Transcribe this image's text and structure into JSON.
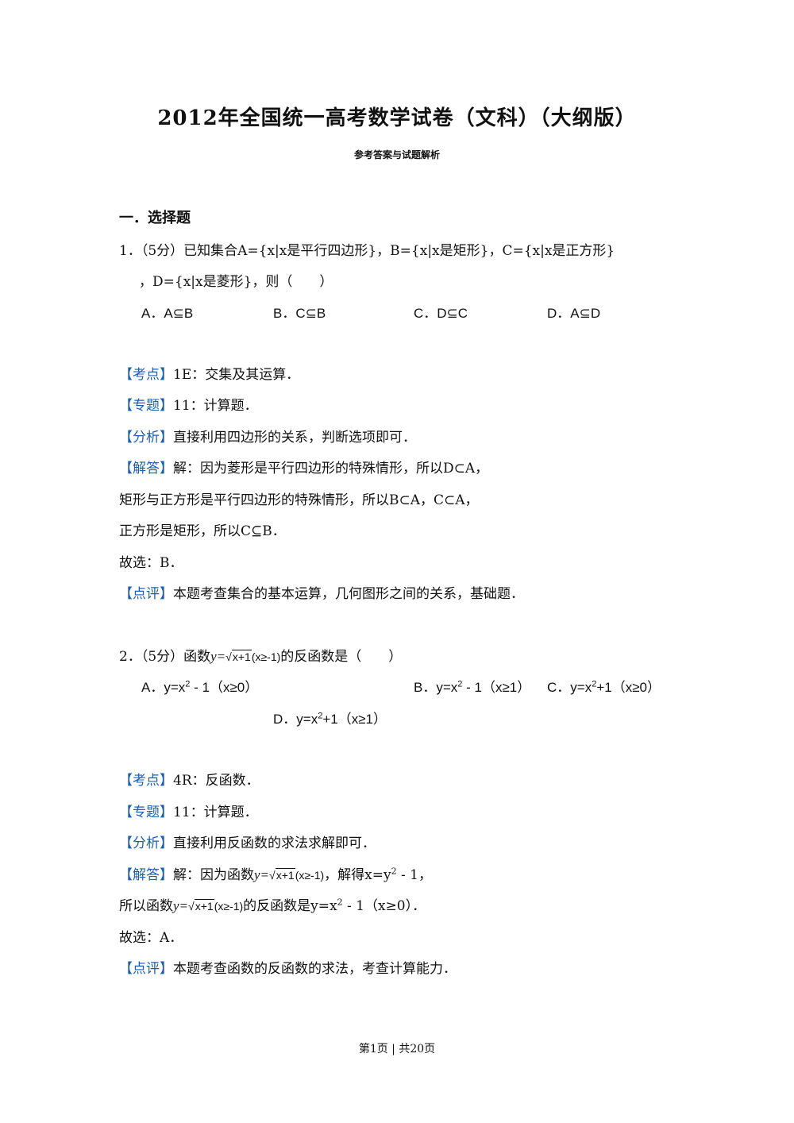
{
  "header": {
    "title": "2012年全国统一高考数学试卷（文科）（大纲版）",
    "subtitle": "参考答案与试题解析"
  },
  "section": {
    "heading": "一．选择题"
  },
  "tags": {
    "kaodian": "【考点】",
    "zhuanti": "【专题】",
    "fenxi": "【分析】",
    "jieda": "【解答】",
    "dianping": "【点评】"
  },
  "q1": {
    "line1": "1．（5分）已知集合A={x|x是平行四边形}，B={x|x是矩形}，C={x|x是正方形}",
    "line2": "，D={x|x是菱形}，则（　　）",
    "options": {
      "a": "A．A⊆B",
      "b": "B．C⊆B",
      "c": "C．D⊆C",
      "d": "D．A⊆D"
    },
    "kaodian": "1E：交集及其运算．",
    "zhuanti": "11：计算题．",
    "fenxi": "直接利用四边形的关系，判断选项即可．",
    "jieda1": "解：因为菱形是平行四边形的特殊情形，所以D⊂A，",
    "jieda2": "矩形与正方形是平行四边形的特殊情形，所以B⊂A，C⊂A，",
    "jieda3": "正方形是矩形，所以C⊆B．",
    "select": "故选：B．",
    "dianping": "本题考查集合的基本运算，几何图形之间的关系，基础题．"
  },
  "q2": {
    "stem_pre": "2．（5分）函数",
    "stem_post": "的反函数是（　　）",
    "func_y": "y=",
    "func_rad": "x+1",
    "func_cond": "(x≥-1)",
    "option_a_pre": "A．y=x",
    "option_a_post": " - 1（x≥0）",
    "option_b_pre": "B．y=x",
    "option_b_post": " - 1（x≥1）",
    "option_c_pre": "C．y=x",
    "option_c_post": "+1（x≥0）",
    "option_d_pre": "D．y=x",
    "option_d_post": "+1（x≥1）",
    "sup2": "2",
    "kaodian": "4R：反函数．",
    "zhuanti": "11：计算题．",
    "fenxi": "直接利用反函数的求法求解即可．",
    "jieda1_pre": "解：因为函数",
    "jieda1_post_pre": "，解得x=y",
    "jieda1_post_post": " - 1，",
    "jieda2_pre": "所以函数",
    "jieda2_post_pre": "的反函数是y=x",
    "jieda2_post_post": " - 1（x≥0）．",
    "select": "故选：A．",
    "dianping": "本题考查函数的反函数的求法，考查计算能力．"
  },
  "footer": {
    "text": "第1页 | 共20页"
  }
}
